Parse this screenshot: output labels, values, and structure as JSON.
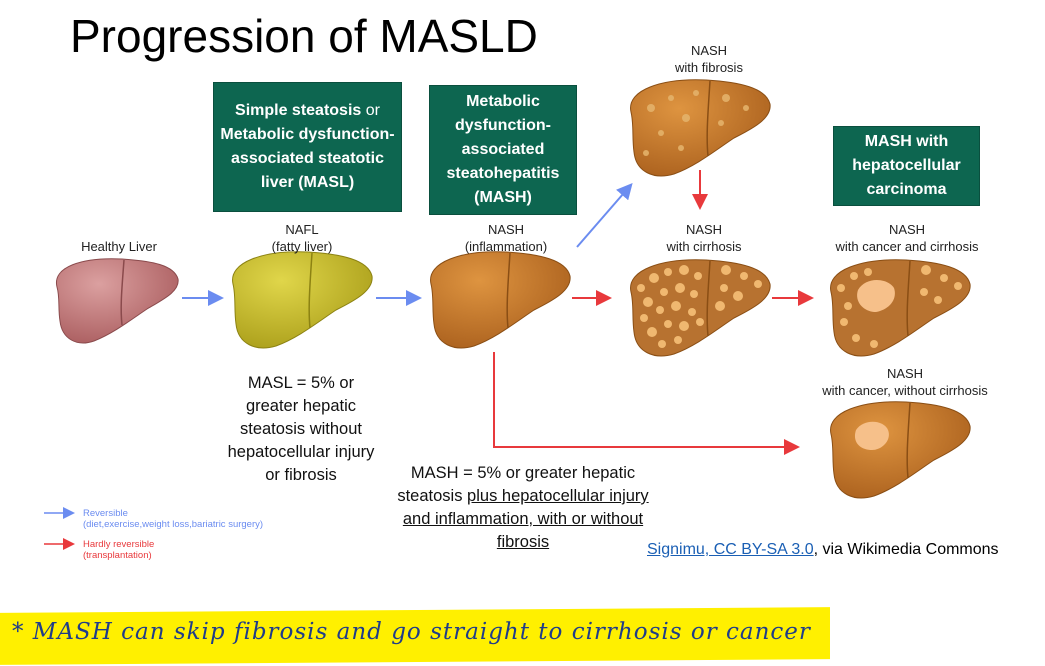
{
  "title": "Progression of MASLD",
  "boxes": {
    "masl_lead": "Simple steatosis",
    "masl_or": " or",
    "masl_rest": "Metabolic dysfunction-associated steatotic liver (MASL)",
    "mash": "Metabolic dysfunction-associated steatohepatitis (MASH)",
    "mash_hcc": "MASH with hepatocellular carcinoma"
  },
  "stages": {
    "healthy": "Healthy Liver",
    "nafl_1": "NAFL",
    "nafl_2": "(fatty liver)",
    "nash_inf_1": "NASH",
    "nash_inf_2": "(inflammation)",
    "nash_fib_1": "NASH",
    "nash_fib_2": "with fibrosis",
    "nash_cir_1": "NASH",
    "nash_cir_2": "with cirrhosis",
    "nash_cc_1": "NASH",
    "nash_cc_2": "with cancer and cirrhosis",
    "nash_c_1": "NASH",
    "nash_c_2": "with cancer, without cirrhosis"
  },
  "descriptions": {
    "masl": "MASL = 5% or greater hepatic steatosis without hepatocellular injury or fibrosis",
    "mash_plain": "MASH = 5% or greater hepatic steatosis ",
    "mash_underlined": "plus hepatocellular injury and inflammation, with or without fibrosis"
  },
  "legend": {
    "reversible_1": "Reversible",
    "reversible_2": "(diet,exercise,weight loss,bariatric surgery)",
    "hardly_1": "Hardly reversible",
    "hardly_2": "(transplantation)"
  },
  "credit": {
    "link": "Signimu, CC BY-SA 3.0",
    "rest": ", via Wikimedia Commons"
  },
  "note": "* MASH can skip fibrosis and go straight to cirrhosis or cancer",
  "colors": {
    "box_green": "#0d6650",
    "reversible_blue": "#6b8cf0",
    "hardly_red": "#e8393c",
    "healthy_liver": "#c2787a",
    "fatty_liver": "#c9bd2a",
    "nash_liver": "#c6782a",
    "highlight": "#fff000"
  }
}
